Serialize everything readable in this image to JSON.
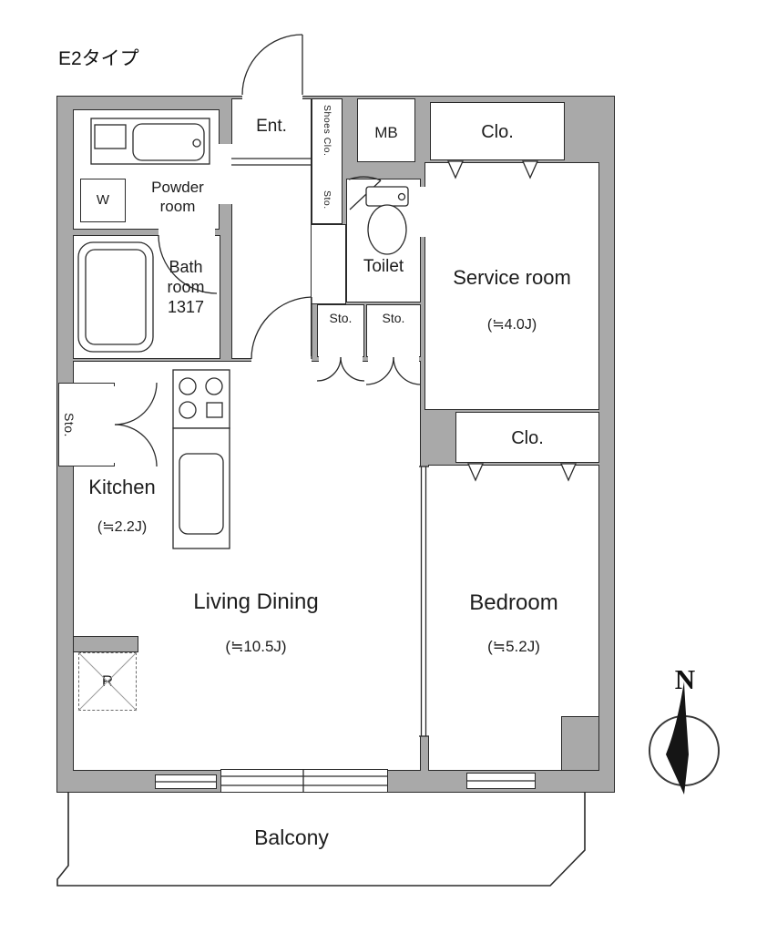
{
  "title": "E2タイプ",
  "colors": {
    "wall": "#a9a9a9",
    "line": "#2a2a2a"
  },
  "plan": {
    "ent": "Ent.",
    "shoes_clo": "Shoes Clo.",
    "shoes_sto": "Sto.",
    "mb": "MB",
    "service_clo": "Clo.",
    "powder_room": "Powder room",
    "washer": "W",
    "bath_room": "Bath room 1317",
    "toilet": "Toilet",
    "sto_a": "Sto.",
    "sto_b": "Sto.",
    "kitchen_sto": "Sto.",
    "service_room": "Service room",
    "service_size": "(≒4.0J)",
    "kitchen": "Kitchen",
    "kitchen_size": "(≒2.2J)",
    "living_dining": "Living Dining",
    "living_size": "(≒10.5J)",
    "bedroom": "Bedroom",
    "bedroom_size": "(≒5.2J)",
    "bedroom_clo": "Clo.",
    "fridge": "R",
    "balcony": "Balcony"
  },
  "compass": {
    "north": "N"
  }
}
